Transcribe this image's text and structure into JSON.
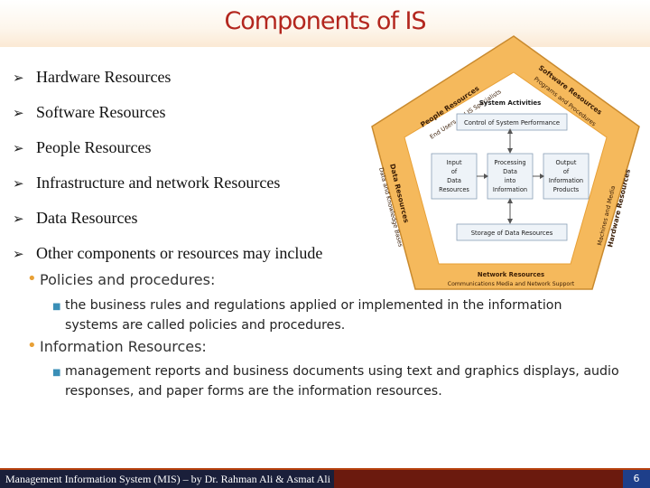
{
  "slide": {
    "title": "Components of IS"
  },
  "bullets": [
    "Hardware Resources",
    "Software Resources",
    "People Resources",
    "Infrastructure and network Resources",
    "Data Resources",
    "Other components or resources may include"
  ],
  "sub_points": [
    {
      "heading": "Policies and procedures:",
      "detail_lines": [
        "the business rules and regulations applied or implemented in the information",
        "systems are called policies and procedures."
      ]
    },
    {
      "heading": "Information Resources:",
      "detail_lines": [
        "management reports and business documents using text and graphics displays, audio",
        "responses, and paper forms are the information resources."
      ]
    }
  ],
  "diagram": {
    "people_label_1": "People Resources",
    "people_label_2": "End Users and IS Specialists",
    "software_label_1": "Software Resources",
    "software_label_2": "Programs and Procedures",
    "hardware_label_1": "Hardware Resources",
    "hardware_label_2": "Machines and Media",
    "network_label_1": "Network Resources",
    "network_label_2": "Communications Media and Network Support",
    "data_label_1": "Data Resources",
    "data_label_2": "Data and Knowledge Bases",
    "system_activities": "System Activities",
    "control": "Control of System Performance",
    "input": [
      "Input",
      "of",
      "Data",
      "Resources"
    ],
    "processing": [
      "Processing",
      "Data",
      "into",
      "Information"
    ],
    "output": [
      "Output",
      "of",
      "Information",
      "Products"
    ],
    "storage": "Storage of Data Resources"
  },
  "footer": {
    "credit": "Management Information System (MIS) – by Dr. Rahman Ali & Asmat Ali",
    "page_number": "6"
  },
  "colors": {
    "title": "#b3261e",
    "pentagon_fill": "#f5b95c",
    "footer_dark": "#1a1f3a",
    "footer_accent": "#6b1a0e",
    "page_box": "#1e3f8a"
  }
}
